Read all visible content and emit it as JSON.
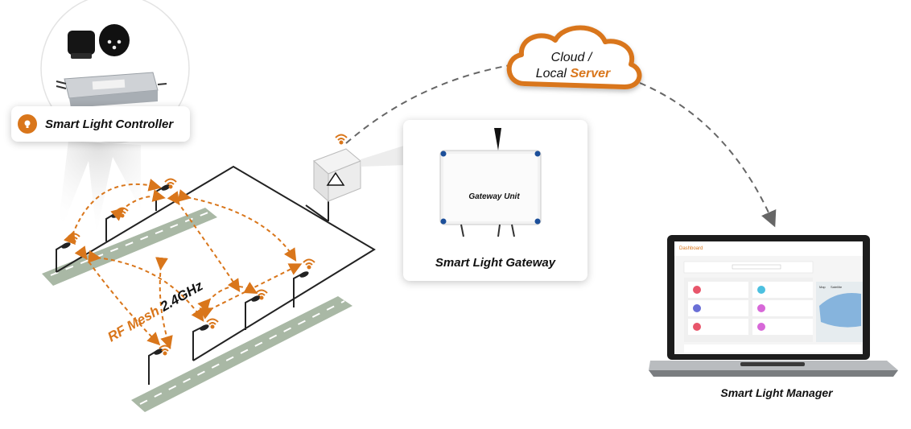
{
  "cloud": {
    "line1": "Cloud /",
    "line2_prefix": "Local ",
    "line2_emph": "Server"
  },
  "controller": {
    "label": "Smart Light Controller"
  },
  "gateway": {
    "unit_label": "Gateway Unit",
    "caption": "Smart Light Gateway"
  },
  "mesh": {
    "label_rf": "RF Mesh",
    "label_freq": " 2.4GHz"
  },
  "manager": {
    "label": "Smart Light Manager",
    "screen": {
      "brand": "Dashboard",
      "map_tabs": [
        "Map",
        "Satellite"
      ],
      "stat_tiles": [
        "",
        "",
        "",
        "",
        "",
        ""
      ]
    }
  },
  "colors": {
    "accent": "#d9761b",
    "road": "#a9b8a5",
    "line": "#222222",
    "dashed_gray": "#666666"
  }
}
